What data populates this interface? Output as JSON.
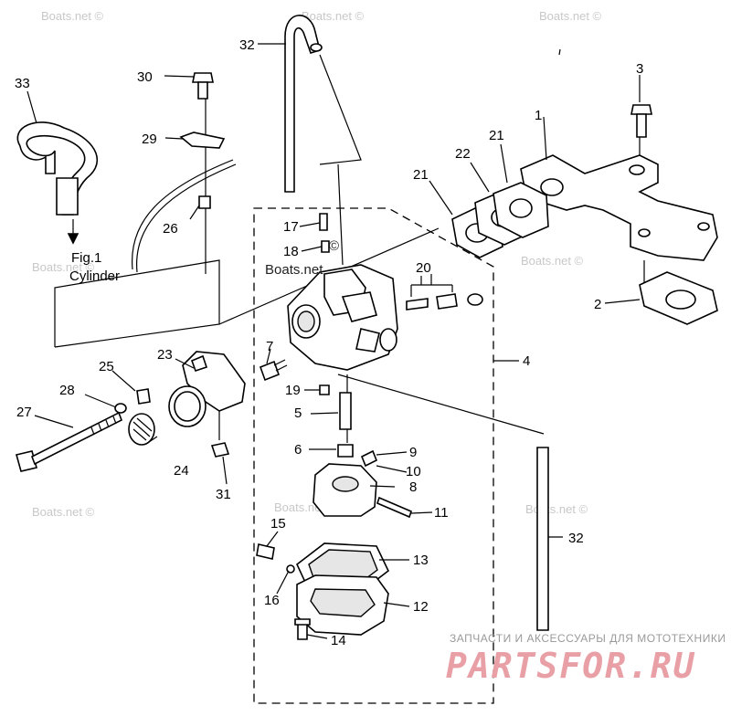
{
  "watermarks": [
    "Boats.net ©",
    "Boats.net ©",
    "Boats.net ©",
    "Boats.net ©",
    "Boats.net ©",
    "Boats.net ©",
    "Boats.net ©",
    "Boats.net ©"
  ],
  "inline_watermark": "Boats.net",
  "figure_note": {
    "line1": "Fig.1",
    "line2": "Cylinder"
  },
  "shop": {
    "tagline": "ЗАПЧАСТИ И АКСЕССУАРЫ ДЛЯ МОТОТЕХНИКИ",
    "logo": "PARTSFOR.RU",
    "logo_color": "#e8a0a6"
  },
  "callouts": {
    "c1": "1",
    "c2": "2",
    "c3": "3",
    "c4": "4",
    "c5": "5",
    "c6": "6",
    "c7": "7",
    "c8": "8",
    "c9": "9",
    "c10": "10",
    "c11": "11",
    "c12": "12",
    "c13": "13",
    "c14": "14",
    "c15": "15",
    "c16": "16",
    "c17": "17",
    "c18": "18",
    "c19": "19",
    "c20": "20",
    "c21a": "21",
    "c21b": "21",
    "c22": "22",
    "c23": "23",
    "c24": "24",
    "c25": "25",
    "c26": "26",
    "c27": "27",
    "c28": "28",
    "c29": "29",
    "c30": "30",
    "c31": "31",
    "c32a": "32",
    "c32b": "32",
    "c33": "33"
  }
}
